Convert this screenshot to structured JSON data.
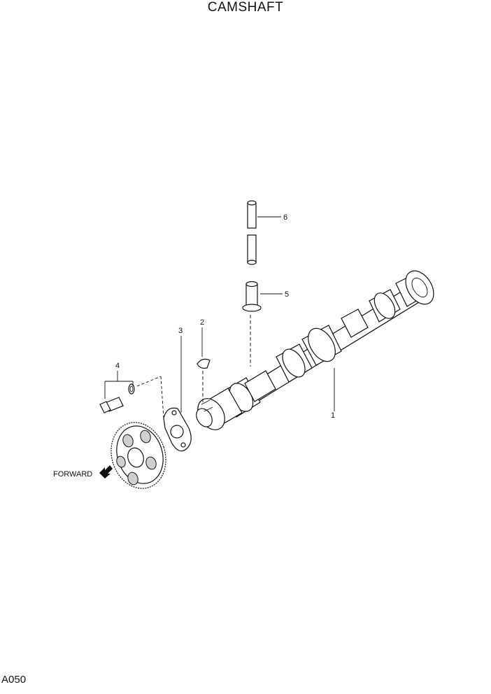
{
  "title": "CAMSHAFT",
  "page_code": "A050",
  "direction_label": "FORWARD",
  "callouts": [
    {
      "id": "1",
      "label": "1"
    },
    {
      "id": "2",
      "label": "2"
    },
    {
      "id": "3",
      "label": "3"
    },
    {
      "id": "4",
      "label": "4"
    },
    {
      "id": "5",
      "label": "5"
    },
    {
      "id": "6",
      "label": "6"
    }
  ]
}
